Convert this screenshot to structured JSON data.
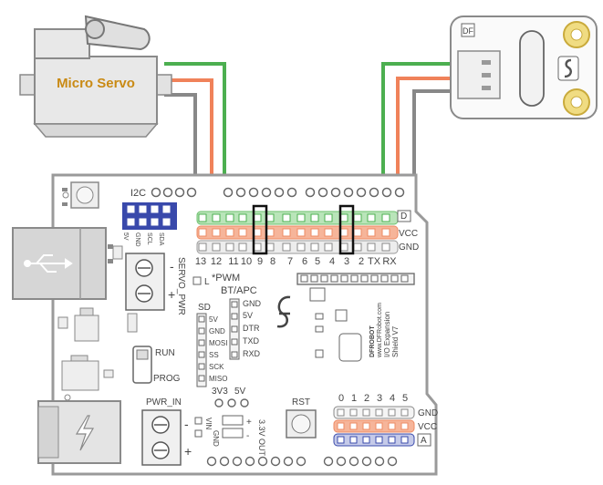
{
  "servo": {
    "label": "Micro Servo",
    "label_color": "#c98a14"
  },
  "wire_colors": {
    "signal": "#4caf50",
    "power": "#f0825a",
    "ground": "#888888"
  },
  "shield": {
    "i2c_label": "I2C",
    "i2c_pins": [
      "5V",
      "GND",
      "SCL",
      "SDA"
    ],
    "pin_numbers": [
      "13",
      "12",
      "11",
      "10",
      "9",
      "8",
      "7",
      "6",
      "5",
      "4",
      "3",
      "2",
      "TX",
      "RX"
    ],
    "d_label": "D",
    "vcc_label": "VCC",
    "gnd_label": "GND",
    "pwm_label": "*PWM",
    "l_label": "L",
    "servo_pwr_label": "SERVO_PWR",
    "minus_sign": "-",
    "plus_sign": "+",
    "bt_apc_label": "BT/APC",
    "bt_pins": [
      "GND",
      "5V",
      "DTR",
      "TXD",
      "RXD"
    ],
    "sd_label": "SD",
    "sd_pins": [
      "5V",
      "GND",
      "MOSI",
      "SS",
      "SCK",
      "MISO"
    ],
    "run_label": "RUN",
    "prog_label": "PROG",
    "brand_lines": [
      "DFROBOT",
      "www.DFRobot.com",
      "I/O Expansion",
      "Shield V7"
    ],
    "v_select": [
      "3V3",
      "5V"
    ],
    "pwr_in_label": "PWR_IN",
    "vin_gnd": [
      "VIN",
      "GND"
    ],
    "rst_label": "RST",
    "out_label": "3.3V OUT",
    "analog_numbers": [
      "0",
      "1",
      "2",
      "3",
      "4",
      "5"
    ],
    "a_label": "A",
    "a_gnd": "GND",
    "a_vcc": "VCC"
  },
  "sensor": {
    "logo": "DF"
  }
}
